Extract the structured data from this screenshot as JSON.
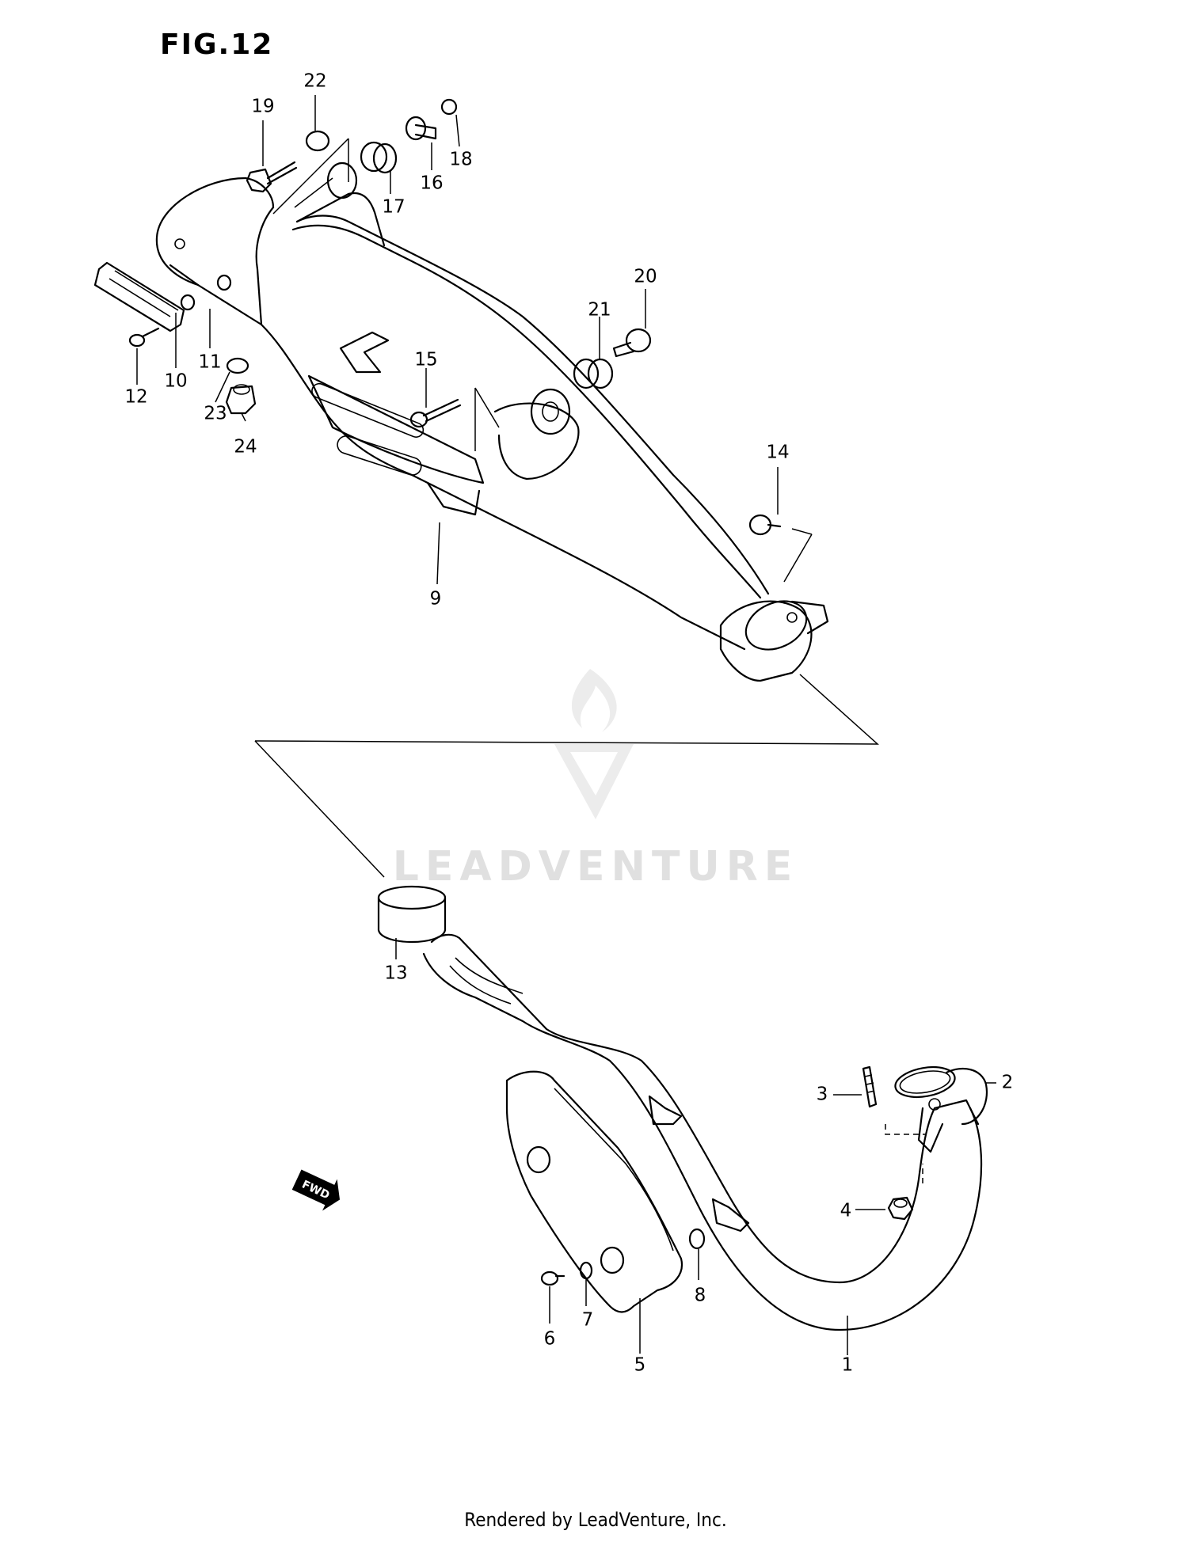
{
  "figure": {
    "title": "FIG.12"
  },
  "footer": {
    "text": "Rendered by LeadVenture, Inc."
  },
  "watermark": {
    "text": "LEADVENTURE"
  },
  "direction_marker": {
    "text": "FWD"
  },
  "callouts": [
    {
      "id": "1",
      "label": "1"
    },
    {
      "id": "2",
      "label": "2"
    },
    {
      "id": "3",
      "label": "3"
    },
    {
      "id": "4",
      "label": "4"
    },
    {
      "id": "5",
      "label": "5"
    },
    {
      "id": "6",
      "label": "6"
    },
    {
      "id": "7",
      "label": "7"
    },
    {
      "id": "8",
      "label": "8"
    },
    {
      "id": "9",
      "label": "9"
    },
    {
      "id": "10",
      "label": "10"
    },
    {
      "id": "11",
      "label": "11"
    },
    {
      "id": "12",
      "label": "12"
    },
    {
      "id": "13",
      "label": "13"
    },
    {
      "id": "14",
      "label": "14"
    },
    {
      "id": "15",
      "label": "15"
    },
    {
      "id": "16",
      "label": "16"
    },
    {
      "id": "17",
      "label": "17"
    },
    {
      "id": "18",
      "label": "18"
    },
    {
      "id": "19",
      "label": "19"
    },
    {
      "id": "20",
      "label": "20"
    },
    {
      "id": "21",
      "label": "21"
    },
    {
      "id": "22",
      "label": "22"
    },
    {
      "id": "23",
      "label": "23"
    },
    {
      "id": "24",
      "label": "24"
    }
  ]
}
